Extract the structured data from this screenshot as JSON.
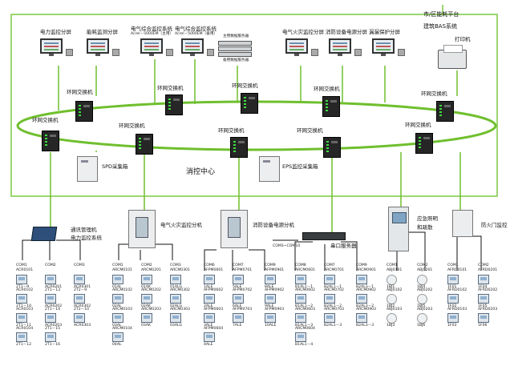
{
  "colors": {
    "ring": "#6fbf2e",
    "wire": "#111111",
    "border": "#7ac943",
    "device": "#5a6f85"
  },
  "top_stations": [
    {
      "title": "电力监控分屏"
    },
    {
      "title": "能耗监测分屏"
    },
    {
      "title": "电气综合监控系统",
      "sub": "Acrel－5000EM（主用）"
    },
    {
      "title": "电气综合监控系统",
      "sub": "Acrel－5000EM（备用）"
    },
    {
      "title": "电气火灾监控分屏"
    },
    {
      "title": "消防设备电源分屏"
    },
    {
      "title": "漏漏保护分屏"
    }
  ],
  "servers": {
    "main": "主用数据服务器",
    "backup": "备用数据服务器"
  },
  "printer_label": "打印机",
  "platform_label": "市/区能耗平台",
  "bas_label": "建筑BAS系统",
  "switch_label": "环网交换机",
  "center_label": "消控中心",
  "spd_label": "SPD采集箱",
  "eps_label": "EPS监控采集箱",
  "gateway_label_1": "通讯管理机",
  "gateway_label_2": "电力监控系统",
  "fire_monitor_label": "电气火灾监控分机",
  "fire_power_label": "消防设备电源分机",
  "serial_server_label": "串口服务器",
  "com_range_label": "COM3~COM10",
  "emergency_label_1": "应急照明",
  "emergency_label_2": "和疏散",
  "firedoor_label": "防火门监控",
  "columns": [
    {
      "com": "COM1",
      "id": "ACR0101",
      "items": [
        "2T1－9",
        "ACR0102",
        "2T1－10",
        "ACR0103",
        "2T1－11",
        "ACR0104",
        "2T1－12"
      ]
    },
    {
      "com": "COM2",
      "id": "",
      "items": [
        "ACR0201",
        "2T1－13",
        "ACR0202",
        "2T1－14",
        "ACR0203",
        "2T1－15",
        "2T1－16"
      ]
    },
    {
      "com": "COM3",
      "id": "",
      "items": [
        "ACR0301",
        "2T2－9",
        "ACR0302",
        "2T2－10",
        "ACR0303",
        "",
        ""
      ]
    },
    {
      "com": "COM1",
      "id": "ARCM0101",
      "items": [
        "01AL",
        "ARCM0102",
        "02AL",
        "ARCM0103",
        "03AL",
        "ARCM0104",
        "04AL"
      ]
    },
    {
      "com": "COM2",
      "id": "ARCM0201",
      "items": [
        "01AK",
        "ARCM0202",
        "02AK",
        "ARCM0203",
        "03AK",
        "",
        ""
      ]
    },
    {
      "com": "COM3",
      "id": "ARCM0301",
      "items": [
        "01ALG",
        "ARCM0302",
        "02ALG",
        "ARCM0303",
        "03ALG",
        "",
        ""
      ]
    },
    {
      "com": "COM6",
      "id": "AFPM0601",
      "items": [
        "1ALE",
        "AFPM0602",
        "2ALE",
        "AFPM0603",
        "3ALE",
        "AFPM0604",
        "4ALE"
      ]
    },
    {
      "com": "COM7",
      "id": "AFPM0701",
      "items": [
        "5ALE",
        "AFPM0702",
        "6ALE",
        "AFPM0703",
        "7ALE",
        "",
        ""
      ]
    },
    {
      "com": "COM9",
      "id": "AFPM0901",
      "items": [
        "8ALE",
        "AFPM0902",
        "9ALE",
        "AFPM0903",
        "10ALE",
        "",
        ""
      ]
    },
    {
      "com": "COM8",
      "id": "ARCM0601",
      "items": [
        "B1AL1－1",
        "ARCM0602",
        "B1AL1－2",
        "ARCM0603",
        "B1AL1－3",
        "ARCM0604",
        "B1AL1－4"
      ]
    },
    {
      "com": "COM7",
      "id": "ARCM0701",
      "items": [
        "B2AL1－1",
        "ARCM0702",
        "B2AL1－2",
        "ARCM0703",
        "B2AL1－3",
        "",
        ""
      ]
    },
    {
      "com": "COM9",
      "id": "ARCM0901",
      "items": [
        "B2AL3－1",
        "ARCM0902",
        "B2AL3－2",
        "ARCM0903",
        "B2AL3－3",
        "",
        ""
      ]
    },
    {
      "com": "COM1",
      "id": "ABJ0101",
      "items": [
        "1BJ1",
        "ABJ0102",
        "1BJ2",
        "ABJ0103",
        "1BJ3",
        "",
        ""
      ]
    },
    {
      "com": "COM2",
      "id": "ABJ0201",
      "items": [
        "1BJ4",
        "ABJ0202",
        "1BJ5",
        "ABJ0203",
        "1BJ6",
        "",
        ""
      ]
    },
    {
      "com": "COM1",
      "id": "AFRD0101",
      "items": [
        "1F01",
        "AFRD0102",
        "1F02",
        "AFRD0103",
        "1F03",
        "",
        ""
      ]
    },
    {
      "com": "COM2",
      "id": "AFRD0201",
      "items": [
        "1F04",
        "AFRD0202",
        "1F05",
        "AFRD0203",
        "1F06",
        "",
        ""
      ]
    }
  ]
}
